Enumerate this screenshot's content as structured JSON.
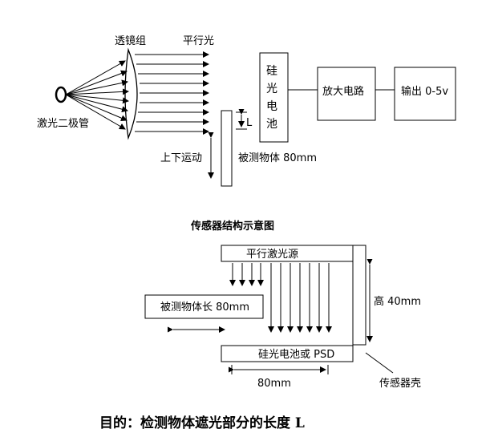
{
  "diagram1": {
    "lens_group": "透镜组",
    "parallel_light": "平行光",
    "laser_diode": "激光二极管",
    "silicon_cell": [
      "硅",
      "光",
      "电",
      "池"
    ],
    "amplifier": "放大电路",
    "output": "输出 0-5v",
    "up_down": "上下运动",
    "object_label": "被测物体 80mm",
    "L": "L",
    "caption": "传感器结构示意图"
  },
  "diagram2": {
    "laser_source": "平行激光源",
    "object_length": "被测物体长 80mm",
    "height": "高 40mm",
    "detector": "硅光电池或 PSD",
    "width": "80mm",
    "housing": "传感器壳"
  },
  "purpose": "目的：检测物体遮光部分的长度 L"
}
